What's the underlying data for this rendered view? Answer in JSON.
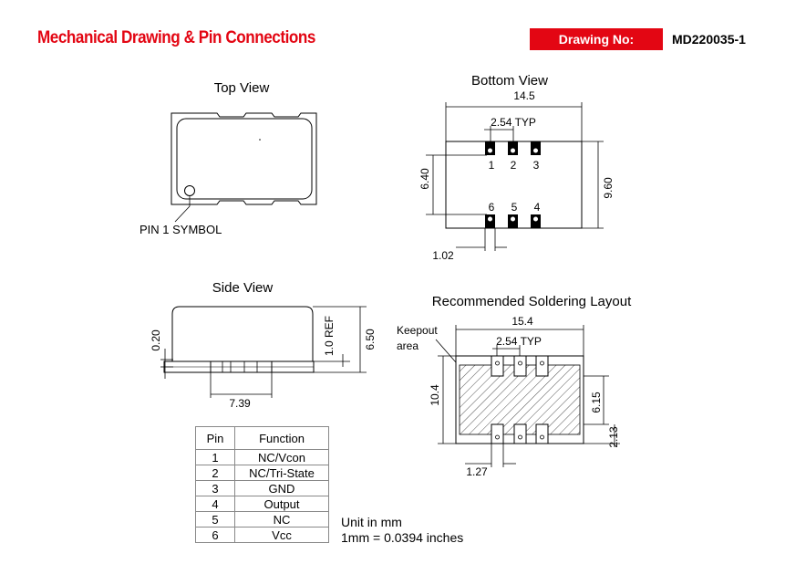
{
  "header": {
    "title": "Mechanical Drawing & Pin Connections",
    "drawing_label": "Drawing No:",
    "drawing_number": "MD220035-1"
  },
  "top_view": {
    "title": "Top View",
    "pin1_label": "PIN 1 SYMBOL"
  },
  "bottom_view": {
    "title": "Bottom View",
    "width": "14.5",
    "pitch": "2.54 TYP",
    "height": "9.60",
    "pad_span": "6.40",
    "pad_width": "1.02",
    "top_pins": [
      "1",
      "2",
      "3"
    ],
    "bottom_pins": [
      "6",
      "5",
      "4"
    ]
  },
  "side_view": {
    "title": "Side View",
    "standoff": "0.20",
    "ref": "1.0 REF",
    "height": "6.50",
    "length": "7.39"
  },
  "soldering": {
    "title": "Recommended Soldering Layout",
    "keepout_line1": "Keepout",
    "keepout_line2": "area",
    "width": "15.4",
    "pitch": "2.54 TYP",
    "height": "10.4",
    "pad_span": "6.15",
    "pad_len": "2.13",
    "pad_width": "1.27"
  },
  "pin_table": {
    "headers": [
      "Pin",
      "Function"
    ],
    "rows": [
      {
        "pin": "1",
        "function": "NC/Vcon"
      },
      {
        "pin": "2",
        "function": "NC/Tri-State"
      },
      {
        "pin": "3",
        "function": "GND"
      },
      {
        "pin": "4",
        "function": "Output"
      },
      {
        "pin": "5",
        "function": "NC"
      },
      {
        "pin": "6",
        "function": "Vcc"
      }
    ]
  },
  "notes": {
    "unit": "Unit in mm",
    "conversion": "1mm = 0.0394 inches"
  }
}
